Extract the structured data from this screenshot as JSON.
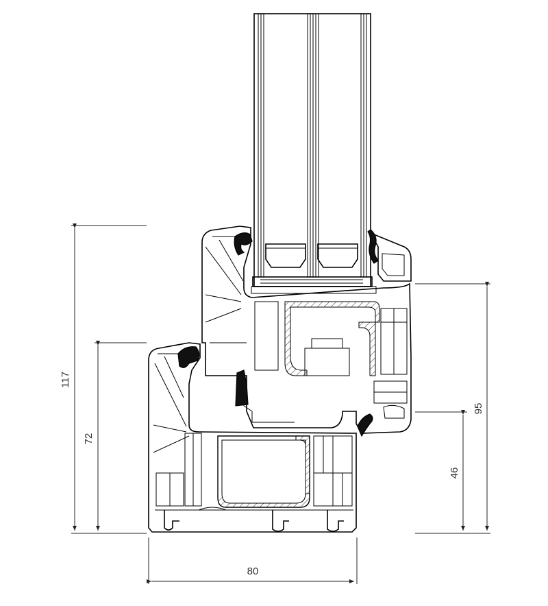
{
  "dimensions": {
    "total_height": "117",
    "sash_step_height": "72",
    "frame_to_glass_height": "95",
    "frame_step_height": "46",
    "profile_depth": "80"
  },
  "colors": {
    "line": "#000000",
    "seal": "#111111",
    "dimension_text": "#333333",
    "background": "#ffffff"
  }
}
